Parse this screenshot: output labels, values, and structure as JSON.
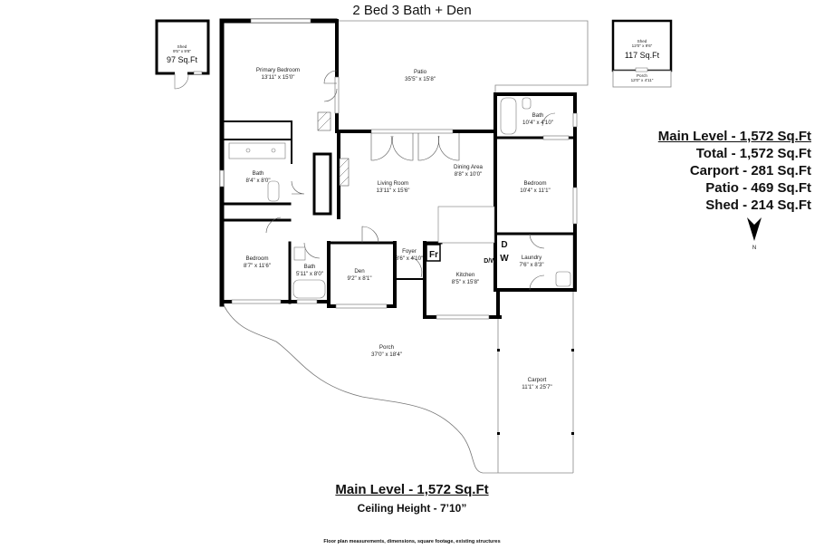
{
  "title": "2 Bed 3 Bath + Den",
  "summary": {
    "main_level": "Main Level - 1,572 Sq.Ft",
    "total": "Total - 1,572 Sq.Ft",
    "carport": "Carport - 281 Sq.Ft",
    "patio": "Patio - 469 Sq.Ft",
    "shed": "Shed - 214 Sq.Ft"
  },
  "north_arrow": {
    "icon": "north-arrow-icon",
    "label": "N"
  },
  "footer": {
    "main_level": "Main Level - 1,572 Sq.Ft",
    "ceiling_height": "Ceiling Height - 7’10”",
    "disclaimer": "Floor plan measurements, dimensions, square footage, existing structures"
  },
  "sheds": [
    {
      "name": "Shed",
      "dims": "9'5\" x 9'8\"",
      "area": "97 Sq.Ft"
    },
    {
      "name": "Shed",
      "dims": "12'0\" x 9'6\"",
      "area": "117 Sq.Ft",
      "porch": "Porch",
      "porch_dims": "12'0\" x 4'11\""
    }
  ],
  "rooms": {
    "primary_bedroom": {
      "name": "Primary Bedroom",
      "dims": "13'11\" x 15'0\""
    },
    "patio": {
      "name": "Patio",
      "dims": "35'5\" x 15'8\""
    },
    "bath_primary": {
      "name": "Bath",
      "dims": "8'4\" x 8'0\""
    },
    "living_room": {
      "name": "Living Room",
      "dims": "13'11\" x 15'6\""
    },
    "dining_area": {
      "name": "Dining Area",
      "dims": "8'8\" x 10'0\""
    },
    "bath_east": {
      "name": "Bath",
      "dims": "10'4\" x 4'10\""
    },
    "bedroom_east": {
      "name": "Bedroom",
      "dims": "10'4\" x 11'1\""
    },
    "bedroom_west": {
      "name": "Bedroom",
      "dims": "8'7\" x 11'6\""
    },
    "bath_small": {
      "name": "Bath",
      "dims": "5'11\" x 8'0\""
    },
    "den": {
      "name": "Den",
      "dims": "9'2\" x 8'1\""
    },
    "foyer": {
      "name": "Foyer",
      "dims": "3'6\" x 4'10\""
    },
    "kitchen": {
      "name": "Kitchen",
      "dims": "8'5\" x 15'8\""
    },
    "laundry": {
      "name": "Laundry",
      "dims": "7'6\" x 8'3\""
    },
    "porch": {
      "name": "Porch",
      "dims": "37'0\" x 18'4\""
    },
    "carport": {
      "name": "Carport",
      "dims": "11'1\" x 25'7\""
    }
  },
  "appliances": {
    "fridge": "Fr",
    "dryer": "D",
    "washer": "W",
    "dishwasher": "D/W"
  }
}
